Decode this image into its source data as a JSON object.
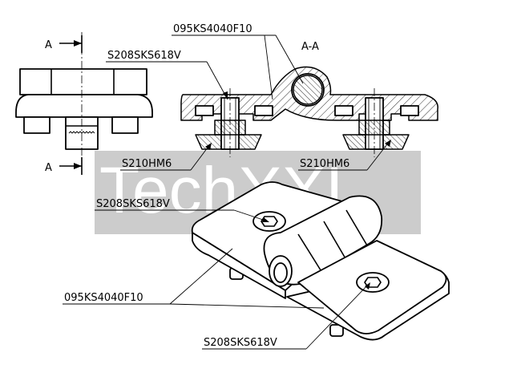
{
  "watermark": {
    "text": "TechXXL",
    "color": "#cccccc"
  },
  "section": {
    "marker_top": "A",
    "marker_bottom": "A",
    "title": "A-A"
  },
  "callouts": {
    "hinge_section": "095KS4040F10",
    "screw_section": "S208SKS618V",
    "nut_left": "S210HM6",
    "nut_right": "S210HM6",
    "screw_iso_top": "S208SKS618V",
    "hinge_iso": "095KS4040F10",
    "screw_iso_bottom": "S208SKS618V"
  }
}
